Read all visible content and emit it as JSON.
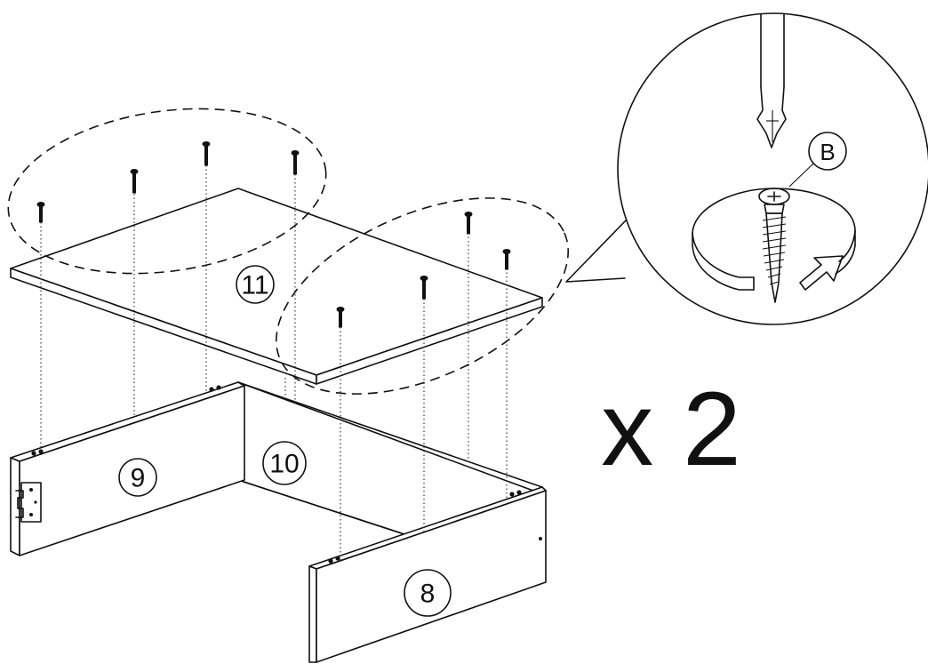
{
  "parts": {
    "part_8": "8",
    "part_9": "9",
    "part_10": "10",
    "part_11": "11"
  },
  "hardware": {
    "screw_label": "B"
  },
  "repeat": {
    "multiplier": "x 2"
  },
  "icons": [
    "screw-icon",
    "screwdriver-icon",
    "rotate-arrow-icon",
    "hinge-icon"
  ]
}
